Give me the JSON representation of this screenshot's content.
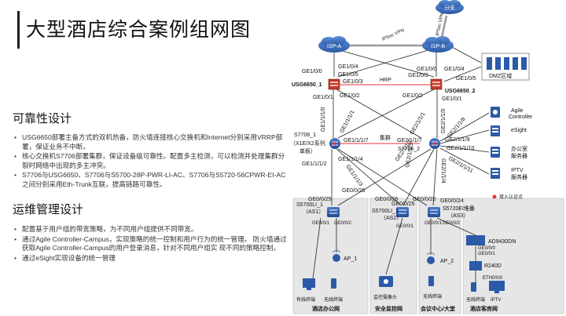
{
  "slide": {
    "title": "大型酒店综合案例组网图"
  },
  "reliability": {
    "heading": "可靠性设计",
    "bullets": [
      "USG6650部署主备方式的双机热备，防火墙连接核心交换机和Internet分别采用VRRP部署，保证业务不中断。",
      "核心交换机S7706部署集群，保证设备级可靠性。配置多主检测，可以检测并处理集群分裂时网络中出现的多主冲突。",
      "S7706与USG6650、S7706与S5700-28P-PWR-LI-AC、S7706与S5720-56CPWR-EI-AC之间分别采用Eth-Trunk互联，提高链路可靠性。"
    ]
  },
  "operations": {
    "heading": "运维管理设计",
    "bullets": [
      "配置基于用户组的带宽策略，为不同用户组提供不同带宽。",
      "通过Agile Controller-Campus，实现策略的统一控制和用户行为的统一管理。 防火墙通过获取Agile Controller-Campus的用户登录消息，针对不同用户组实 现不同的策略控制。",
      "通过eSight实现设备的统一管理"
    ]
  },
  "diagram": {
    "clouds": {
      "isp_a": "ISP-A",
      "isp_b": "ISP-B",
      "branch": "分支"
    },
    "ipsec_vpn_1": "IPSec VPN",
    "ipsec_vpn_2": "IPSec VPN",
    "dmz": "DMZ区域",
    "firewall_1": "USG6650_1",
    "firewall_2": "USG6650_2",
    "hrp": "HRP",
    "ports": {
      "fw1_ge100": "GE1/0/0",
      "fw1_ge104": "GE1/0/4",
      "fw1_ge105": "GE1/0/5",
      "fw1_ge103": "GE1/0/3",
      "fw1_ge101": "GE1/0/1",
      "fw1_ge102": "GE1/0/2",
      "fw2_ge100": "GE1/0/0",
      "fw2_ge104": "GE1/0/4",
      "fw2_ge105": "GE1/0/5",
      "fw2_ge103": "GE1/0/3",
      "fw2_ge101": "GE1/0/1",
      "fw2_ge102": "GE1/0/2",
      "c1_up1": "GE1/1/1/0",
      "c1_up2": "GE1/1/1/1",
      "c1_r1": "GE1/1/1/7",
      "c1_l1": "GE1/1/1/2",
      "c1_l2": "GE1/1/1/4",
      "c1_l3": "GE1/1/1/3",
      "c2_up1": "GE2/1/1/1",
      "c2_up2": "GE2/1/1/0",
      "c2_r1": "GE2/1/1/8",
      "c2_r2": "GE2/1/1/9",
      "c2_r3": "GE2/1/1/10",
      "c2_r4": "GE2/1/1/11",
      "c2_l1": "GE2/1/1/7",
      "c2_l2": "GE2/1/1/2",
      "c2_l3": "GE2/1/1/3",
      "c2_l4": "GE2/1/1/4",
      "as1_a": "GE0/0/25",
      "as1_b": "GE0/0/26",
      "as2_a": "GE0/0/26",
      "as2_b": "GE0/0/25",
      "as3_a": "GE0/0/26",
      "as3_b": "GE0/0/24",
      "as1_d1": "GE0/0/1",
      "as1_d2": "GE0/0/2",
      "as2_d1": "GE0/0/1",
      "as3_d1": "GE0/0/1",
      "as3_d2": "GE0/0/2",
      "ad_p1": "GE0/0/0",
      "ad_p2": "GE0/0/1",
      "r240_p": "ETH0/0/0"
    },
    "core_1": "S7706_1",
    "core_1_sub": "（X1E/X2系列",
    "core_1_sub2": "单板）",
    "core_2": "S7706_2",
    "cluster": "集群",
    "servers": {
      "agile": "Agile",
      "agile2": "Controller",
      "esight": "eSight",
      "office": "办公室",
      "office2": "服务器",
      "iptv": "IPTV",
      "iptv2": "服务器"
    },
    "auth_point": "接入认证点",
    "access_1": "S5700LI_1",
    "access_1_sub": "（AS1）",
    "access_2": "S5700LI_1",
    "access_2_sub": "（AS2）",
    "access_3": "S5720EI堆叠",
    "access_3_sub": "（AS3）",
    "ap_1": "AP_1",
    "ap_2": "AP_2",
    "ad9430": "AD9430DN",
    "r240d": "R240D",
    "areas": {
      "office": "酒店办公网",
      "monitor": "安全监控网",
      "meeting": "会议中心/大堂",
      "guest": "酒店客房网"
    },
    "terminals": {
      "wired_1": "有线终端",
      "wireless_1": "无线终端",
      "camera": "监控摄像头",
      "wireless_3": "无线终端",
      "wireless_4": "无线终端",
      "iptv": "IPTV"
    }
  }
}
